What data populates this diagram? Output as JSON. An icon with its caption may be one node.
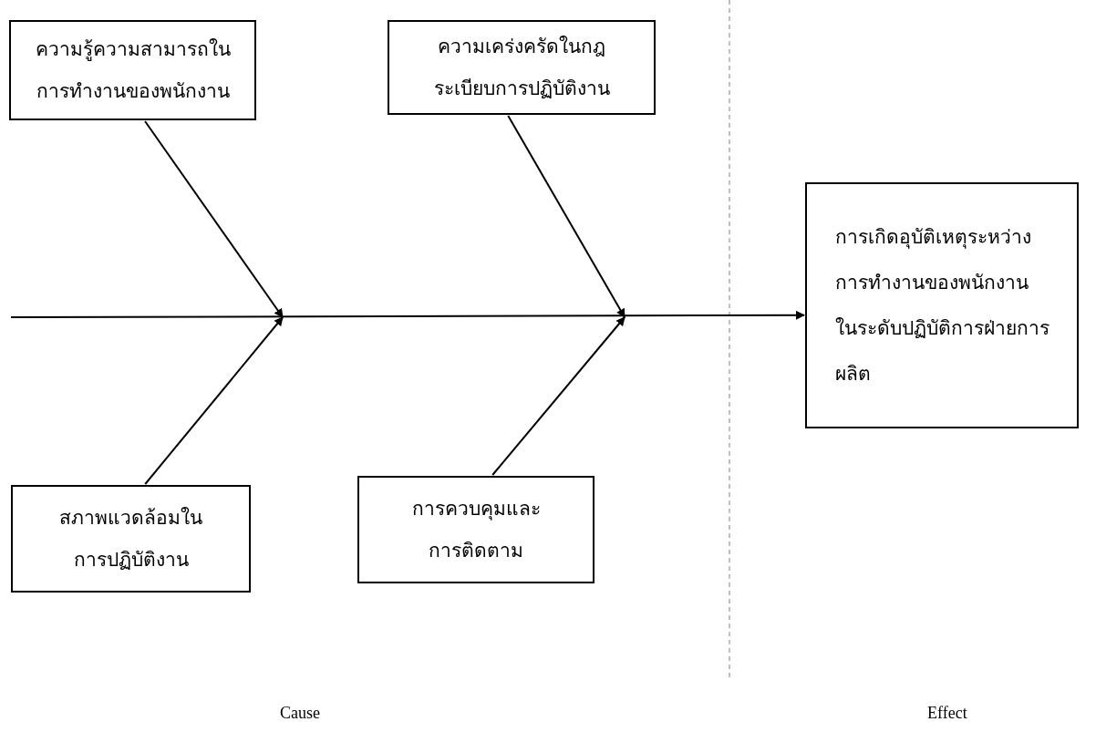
{
  "diagram": {
    "nodes": [
      {
        "text": [
          "ความรู้ความสามารถในการทำงานของพนักงาน"
        ]
      },
      {
        "text": [
          "ความเคร่งครัดในกฎระเบียบการปฏิบัติงาน"
        ]
      },
      {
        "text": [
          "สภาพแวดล้อมในการปฏิบัติงาน"
        ]
      },
      {
        "text": [
          "การควบคุมและการติดตาม"
        ]
      },
      {
        "text": [
          "การเกิดอุบัติเหตุระหว่างการทำงานของพนักงานในระดับปฏิบัติการฝ่ายการผลิต"
        ]
      }
    ],
    "edges": [
      {
        "from": 0,
        "to": null,
        "arrow": "to"
      },
      {
        "from": 1,
        "to": null,
        "arrow": "to"
      },
      {
        "from": 2,
        "to": null,
        "arrow": "to"
      },
      {
        "from": 3,
        "to": null,
        "arrow": "to"
      },
      {
        "from": null,
        "to": 4,
        "arrow": "to"
      }
    ],
    "labels": [
      "Cause",
      "Effect"
    ]
  }
}
